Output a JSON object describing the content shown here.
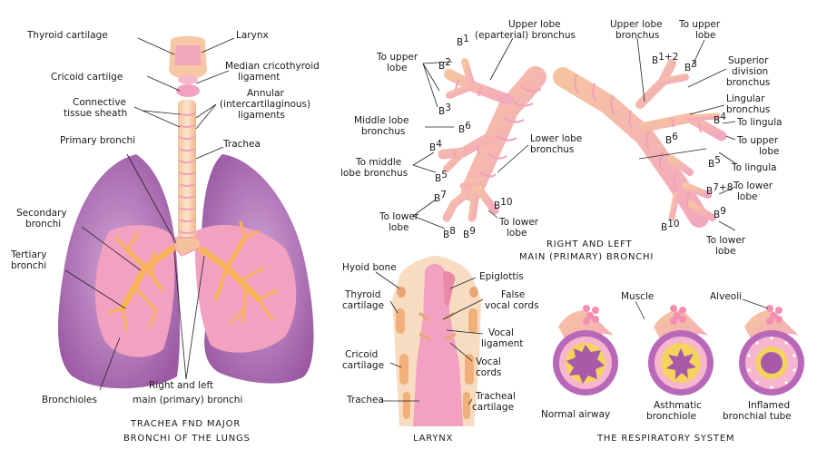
{
  "lungs": {
    "thyroid_cartilage": "Thyroid cartilage",
    "larynx": "Larynx",
    "cricoid_cartilage": "Cricoid cartilge",
    "median_cricothyroid_1": "Median cricothyroid",
    "median_cricothyroid_2": "ligament",
    "connective_1": "Connective",
    "connective_2": "tissue sheath",
    "annular_1": "Annular",
    "annular_2": "(intercartilaginous)",
    "annular_3": "ligaments",
    "primary_bronchi": "Primary bronchi",
    "trachea": "Trachea",
    "secondary_1": "Secondary",
    "secondary_2": "bronchi",
    "tertiary_1": "Tertiary",
    "tertiary_2": "bronchi",
    "bronchioles": "Bronchioles",
    "right_left_1": "Right and left",
    "right_left_2": "main (primary) bronchi",
    "caption_1": "TRACHEA FND MAJOR",
    "caption_2": "BRONCHI OF THE LUNGS"
  },
  "bronchi": {
    "upper_eparterial_1": "Upper lobe",
    "upper_eparterial_2": "(eparterial) bronchus",
    "to_upper_lobe_r_1": "To upper",
    "to_upper_lobe_r_2": "lobe",
    "middle_lobe_1": "Middle lobe",
    "middle_lobe_2": "bronchus",
    "to_middle_1": "To middle",
    "to_middle_2": "lobe bronchus",
    "lower_lobe_1": "Lower lobe",
    "lower_lobe_2": "bronchus",
    "to_lower_r_1": "To lower",
    "to_lower_r_2": "lobe",
    "to_lower_r2_1": "To lower",
    "to_lower_r2_2": "lobe",
    "upper_left_1": "Upper lobe",
    "upper_left_2": "bronchus",
    "to_upper_lobe_l_1": "To upper",
    "to_upper_lobe_l_2": "lobe",
    "superior_1": "Superior",
    "superior_2": "division",
    "superior_3": "bronchus",
    "lingular_1": "Lingular",
    "lingular_2": "bronchus",
    "to_lingula": "To lingula",
    "to_upper_l2_1": "To upper",
    "to_upper_l2_2": "lobe",
    "to_lingula_2": "To lingula",
    "to_lower_l_1": "To lower",
    "to_lower_l_2": "lobe",
    "to_lower_l2_1": "To lower",
    "to_lower_l2_2": "lobe",
    "caption_1": "RIGHT AND LEFT",
    "caption_2": "MAIN (PRIMARY) BRONCHI",
    "segments": {
      "b1": "B",
      "b1s": "1",
      "b2": "B",
      "b2s": "2",
      "b3": "B",
      "b3s": "3",
      "b4": "B",
      "b4s": "4",
      "b5": "B",
      "b5s": "5",
      "b6": "B",
      "b6s": "6",
      "b7": "B",
      "b7s": "7",
      "b8": "B",
      "b8s": "8",
      "b9": "B",
      "b9s": "9",
      "b10": "B",
      "b10s": "10",
      "l12": "B",
      "l12s": "1+2",
      "l3": "B",
      "l3s": "3",
      "l4": "B",
      "l4s": "4",
      "l5": "B",
      "l5s": "5",
      "l6": "B",
      "l6s": "6",
      "l78": "B",
      "l78s": "7+8",
      "l9": "B",
      "l9s": "9",
      "l10": "B",
      "l10s": "10"
    }
  },
  "larynx": {
    "hyoid": "Hyoid bone",
    "thyroid_1": "Thyroid",
    "thyroid_2": "cartilage",
    "cricoid_1": "Cricoid",
    "cricoid_2": "cartilage",
    "trachea": "Trachea",
    "epiglottis": "Epiglottis",
    "false_1": "False",
    "false_2": "vocal cords",
    "vocal_lig_1": "Vocal",
    "vocal_lig_2": "ligament",
    "vocal_cords_1": "Vocal",
    "vocal_cords_2": "cords",
    "tracheal_1": "Tracheal",
    "tracheal_2": "cartilage",
    "caption": "LARYNX"
  },
  "airways": {
    "muscle": "Muscle",
    "alveoli": "Alveoli",
    "normal": "Normal airway",
    "asthmatic_1": "Asthmatic",
    "asthmatic_2": "bronchiole",
    "inflamed_1": "Inflamed",
    "inflamed_2": "bronchial tube",
    "caption": "THE RESPIRATORY SYSTEM"
  },
  "colors": {
    "lung_outer": "#a564a8",
    "lung_inner": "#f2a1c0",
    "bronchi_tree": "#f7b25a",
    "trachea": "#f7cfae",
    "tracheal_rings": "#f0a0b8",
    "airway_outer": "#b768b8",
    "airway_lumen": "#f6b6cf"
  }
}
